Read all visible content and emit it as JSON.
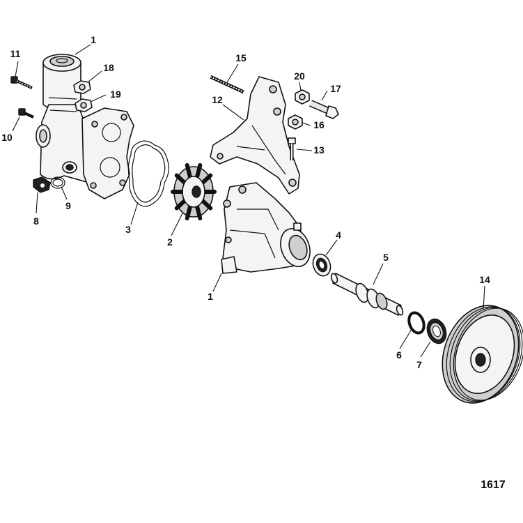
{
  "callouts": {
    "c1_top": "1",
    "c11": "11",
    "c18": "18",
    "c19": "19",
    "c10": "10",
    "c9": "9",
    "c8": "8",
    "c3": "3",
    "c2": "2",
    "c15": "15",
    "c12": "12",
    "c20": "20",
    "c17": "17",
    "c16": "16",
    "c13": "13",
    "c1_bottom": "1",
    "c4": "4",
    "c5": "5",
    "c6": "6",
    "c7": "7",
    "c14": "14"
  },
  "figure_number": "1617"
}
